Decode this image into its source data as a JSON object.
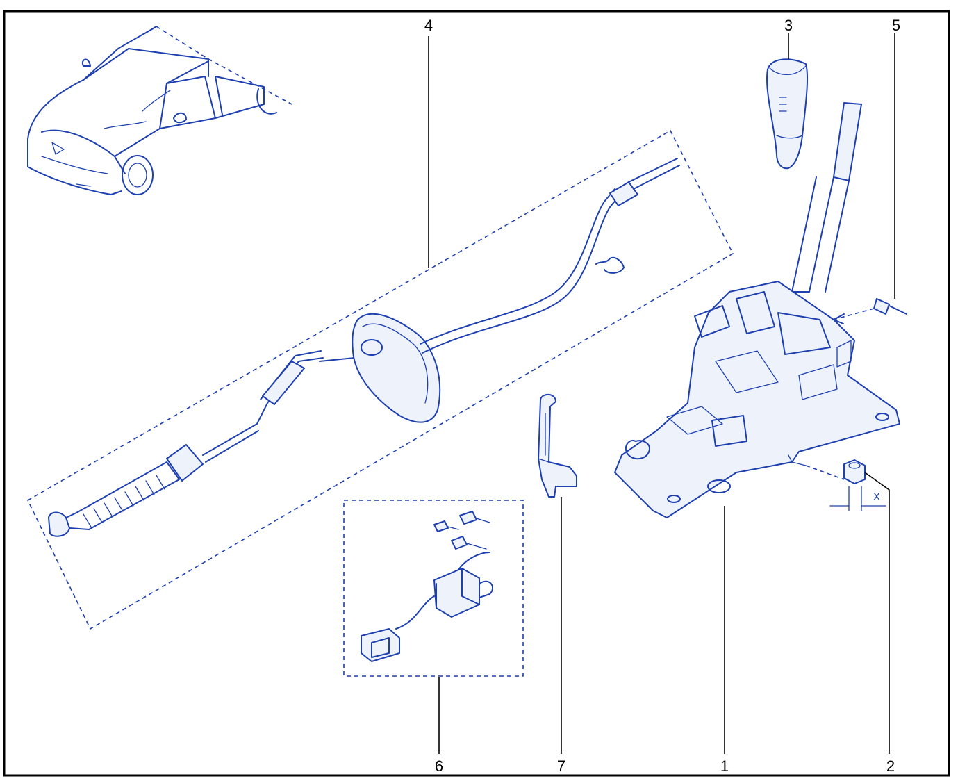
{
  "callouts": {
    "c1": "1",
    "c2": "2",
    "c3": "3",
    "c4": "4",
    "c5": "5",
    "c6": "6",
    "c7": "7"
  },
  "dimension_label": "X",
  "colors": {
    "frame": "#000000",
    "line_art": "#1d3fb0",
    "callout_text": "#000000"
  }
}
